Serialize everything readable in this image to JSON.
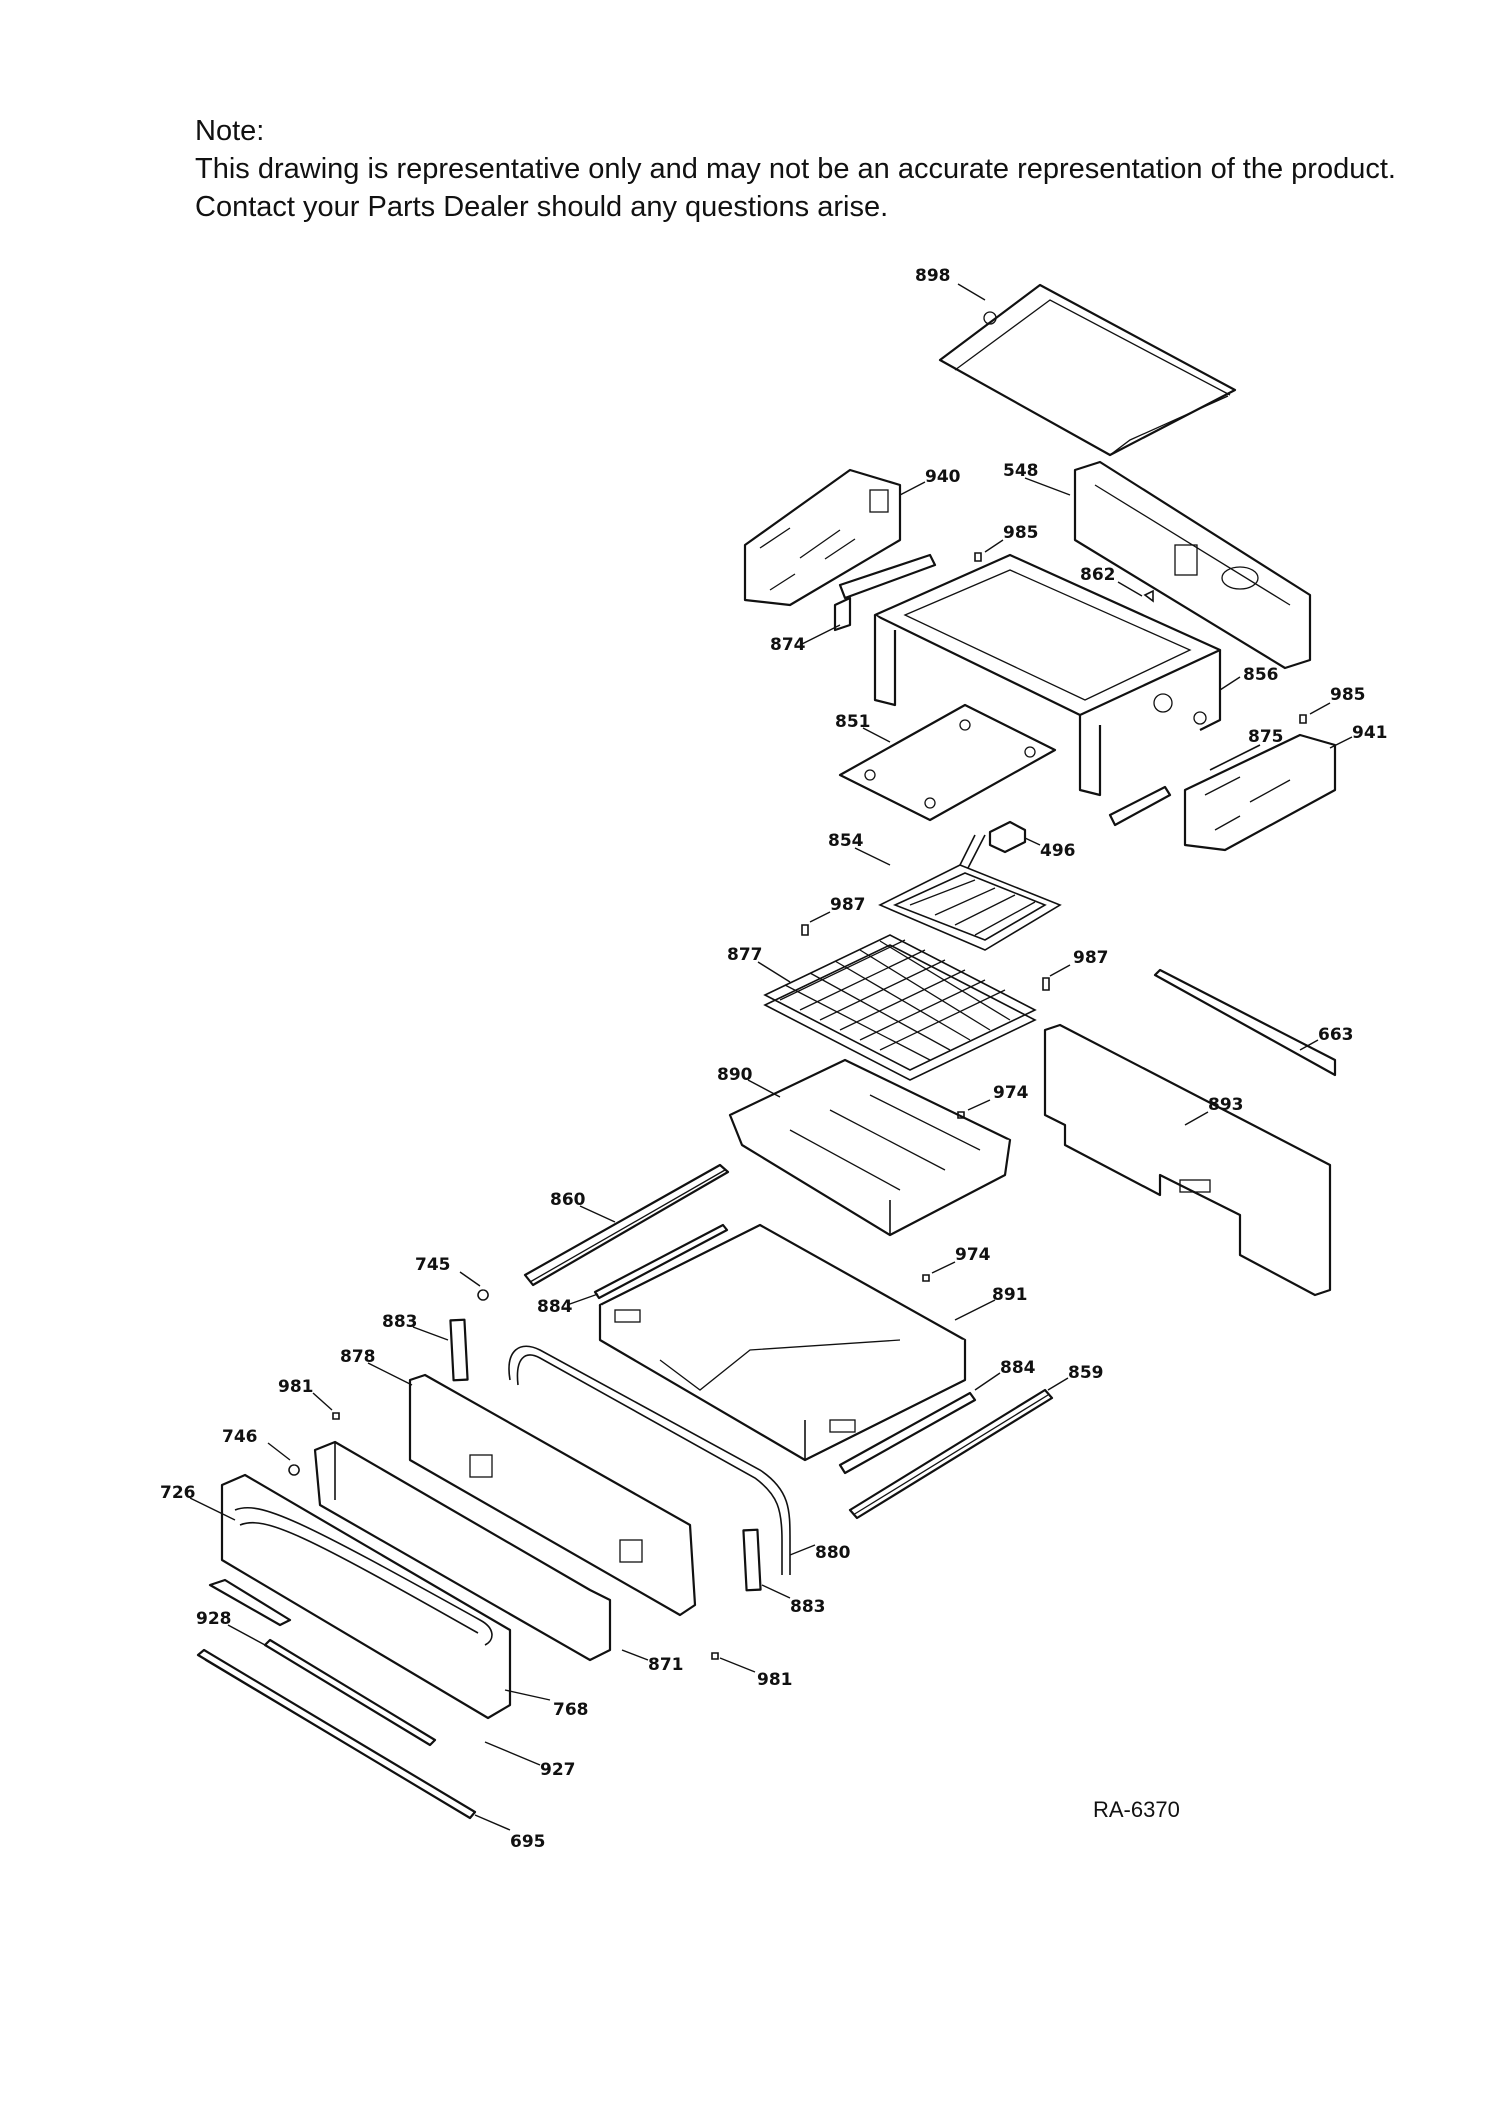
{
  "note": {
    "heading": "Note:",
    "line1": "This drawing is representative only and may not be an accurate representation of the product.",
    "line2": "Contact your Parts Dealer should any questions arise."
  },
  "diagram_code": "RA-6370",
  "parts": {
    "p898": "898",
    "p940": "940",
    "p548": "548",
    "p985a": "985",
    "p862": "862",
    "p874": "874",
    "p856": "856",
    "p985b": "985",
    "p941": "941",
    "p875": "875",
    "p851": "851",
    "p496": "496",
    "p854": "854",
    "p987a": "987",
    "p877": "877",
    "p987b": "987",
    "p663": "663",
    "p890": "890",
    "p974a": "974",
    "p893": "893",
    "p860": "860",
    "p745": "745",
    "p974b": "974",
    "p884a": "884",
    "p891": "891",
    "p883a": "883",
    "p878": "878",
    "p884b": "884",
    "p859": "859",
    "p981a": "981",
    "p746": "746",
    "p726": "726",
    "p880": "880",
    "p883b": "883",
    "p928": "928",
    "p871": "871",
    "p981b": "981",
    "p768": "768",
    "p927": "927",
    "p695": "695"
  }
}
